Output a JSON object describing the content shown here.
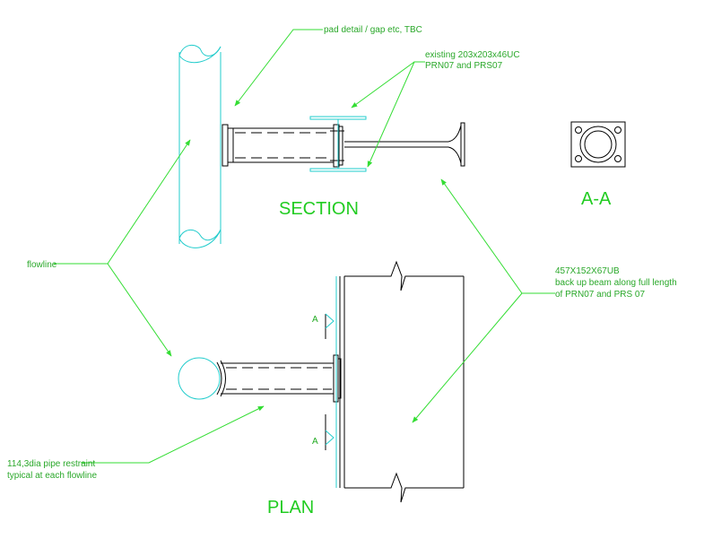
{
  "labels": {
    "pad_detail": "pad detail / gap etc, TBC",
    "existing_line1": "existing 203x203x46UC",
    "existing_line2": "PRN07 and PRS07",
    "section_title": "SECTION",
    "aa_title": "A-A",
    "flowline": "flowline",
    "beam_line1": "457X152X67UB",
    "beam_line2": "back up beam along full length",
    "beam_line3": "of PRN07 and PRS 07",
    "restraint_line1": "114,3dia pipe restraint",
    "restraint_line2": "typical at each flowline",
    "plan_title": "PLAN",
    "section_mark_top": "A",
    "section_mark_bottom": "A"
  },
  "colors": {
    "text": "#2aa82a",
    "leader": "#33dd33",
    "cyan": "#22cccc",
    "lines": "#000000",
    "background": "#ffffff"
  }
}
